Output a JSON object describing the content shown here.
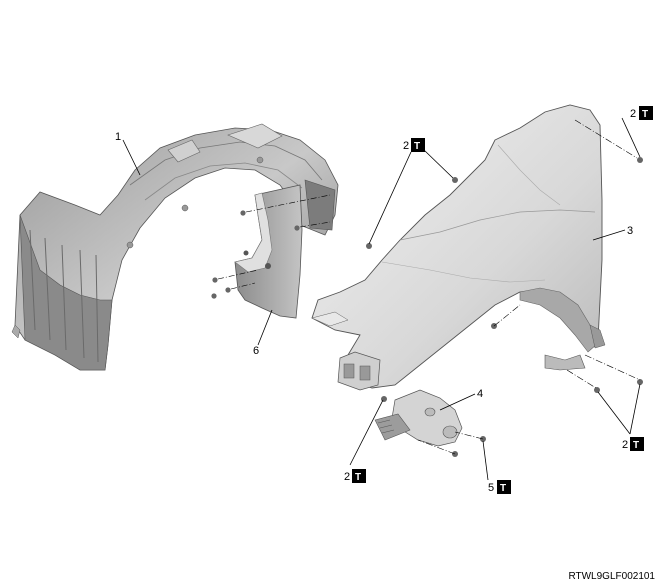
{
  "figure_code": "RTWL9GLF002101",
  "torque_symbol": "T",
  "callouts": {
    "liner": "1",
    "bolt_top_right": "2",
    "bolt_top_center": "2",
    "fender": "3",
    "bracket": "4",
    "bracket_bolt": "5",
    "mudguard": "6",
    "bolt_bottom_left": "2",
    "bolt_bottom_right": "2"
  }
}
